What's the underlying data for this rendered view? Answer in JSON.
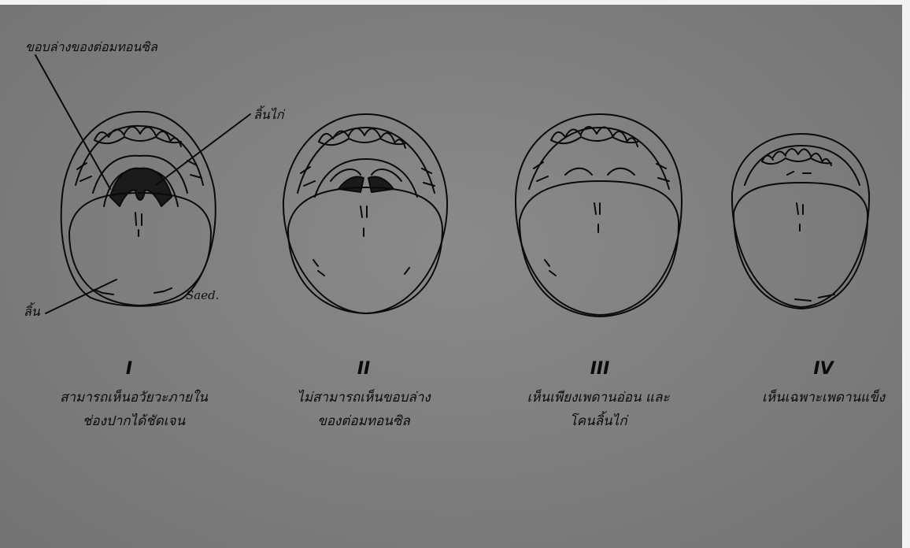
{
  "labels": {
    "tonsil_lower_edge": "ขอบล่างของต่อมทอนซิล",
    "uvula": "ลิ้นไก่",
    "tongue": "ลิ้น"
  },
  "artist_signature": "Saed.",
  "classes": [
    {
      "numeral": "I",
      "caption_line1": "สามารถเห็นอวัยวะภายใน",
      "caption_line2": "ช่องปากได้ชัดเจน"
    },
    {
      "numeral": "II",
      "caption_line1": "ไม่สามารถเห็นขอบล่าง",
      "caption_line2": "ของต่อมทอนซิล"
    },
    {
      "numeral": "III",
      "caption_line1": "เห็นเพียงเพดานอ่อน และ",
      "caption_line2": "โคนลิ้นไก่"
    },
    {
      "numeral": "IV",
      "caption_line1": "เห็นเฉพาะเพดานแข็ง",
      "caption_line2": ""
    }
  ],
  "colors": {
    "background": "#7f7f7f",
    "ink": "#0a0a0a",
    "pharynx_dark": "#1a1a1a"
  }
}
